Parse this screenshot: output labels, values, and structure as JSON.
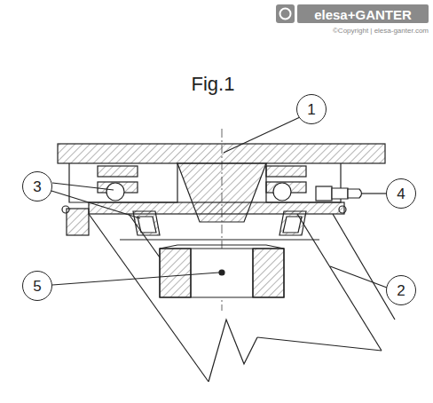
{
  "diagram": {
    "title": "Fig.1",
    "nodes": [
      {
        "text": [
          "1"
        ]
      },
      {
        "text": [
          "3"
        ]
      },
      {
        "text": [
          "4"
        ]
      },
      {
        "text": [
          "5"
        ]
      },
      {
        "text": [
          "2"
        ]
      }
    ],
    "labels": [
      "elesa+GANTER",
      "©Copyright | elesa-ganter.com"
    ]
  }
}
